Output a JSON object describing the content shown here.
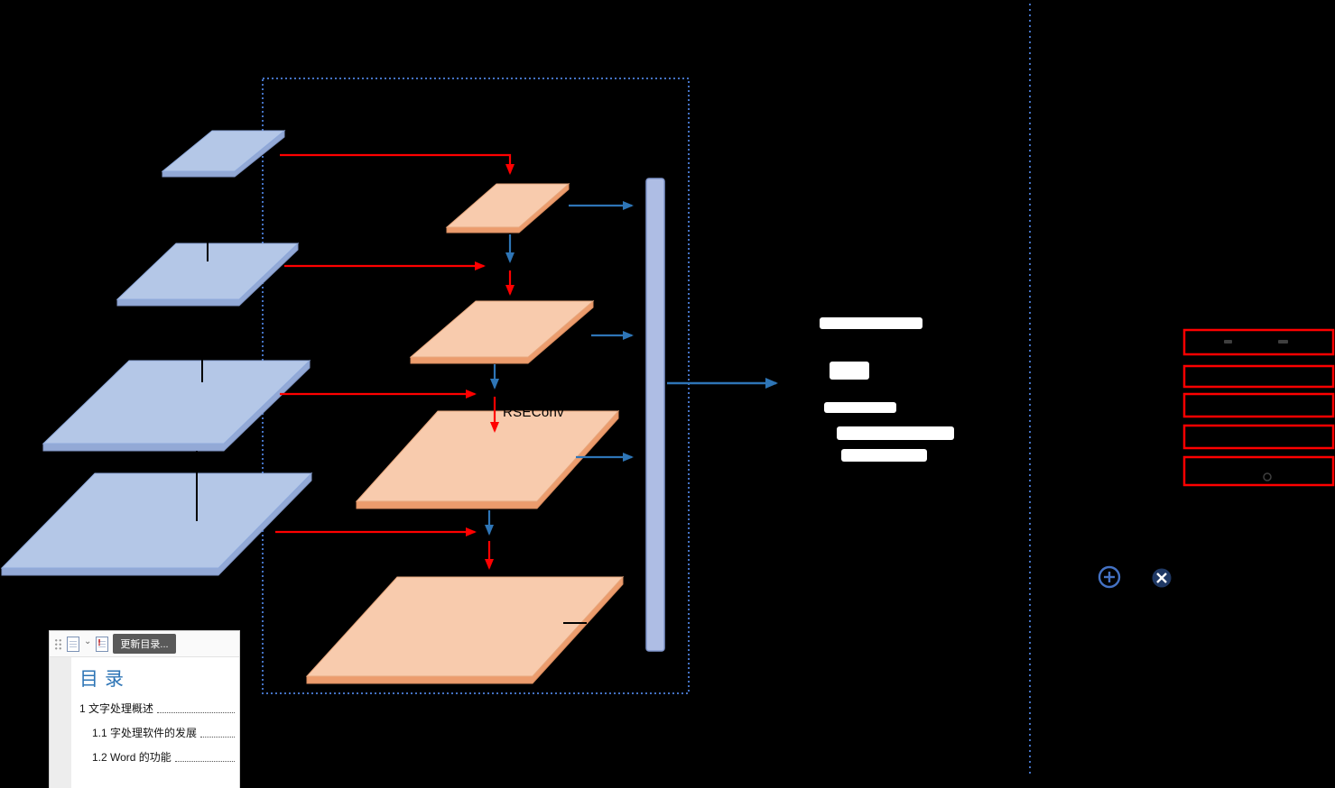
{
  "diagram": {
    "rseconv_label": "RSEConv",
    "colors": {
      "accent_blue": "#4472c4",
      "arrow_blue": "#2e75b6",
      "arrow_red": "#ff0000",
      "input_slab_blue": "#b4c7e7",
      "feature_slab_orange": "#f8cbad",
      "concat_bar_fill": "#aebde4",
      "outline_box_red": "#ff0000"
    }
  },
  "word_popup": {
    "update_button": "更新目录...",
    "toc_title": "目录",
    "toc_items": [
      "1  文字处理概述",
      "1.1  字处理软件的发展",
      "1.2  Word 的功能"
    ],
    "icons": {
      "chevron": "⌄",
      "red_mark": "!"
    }
  }
}
